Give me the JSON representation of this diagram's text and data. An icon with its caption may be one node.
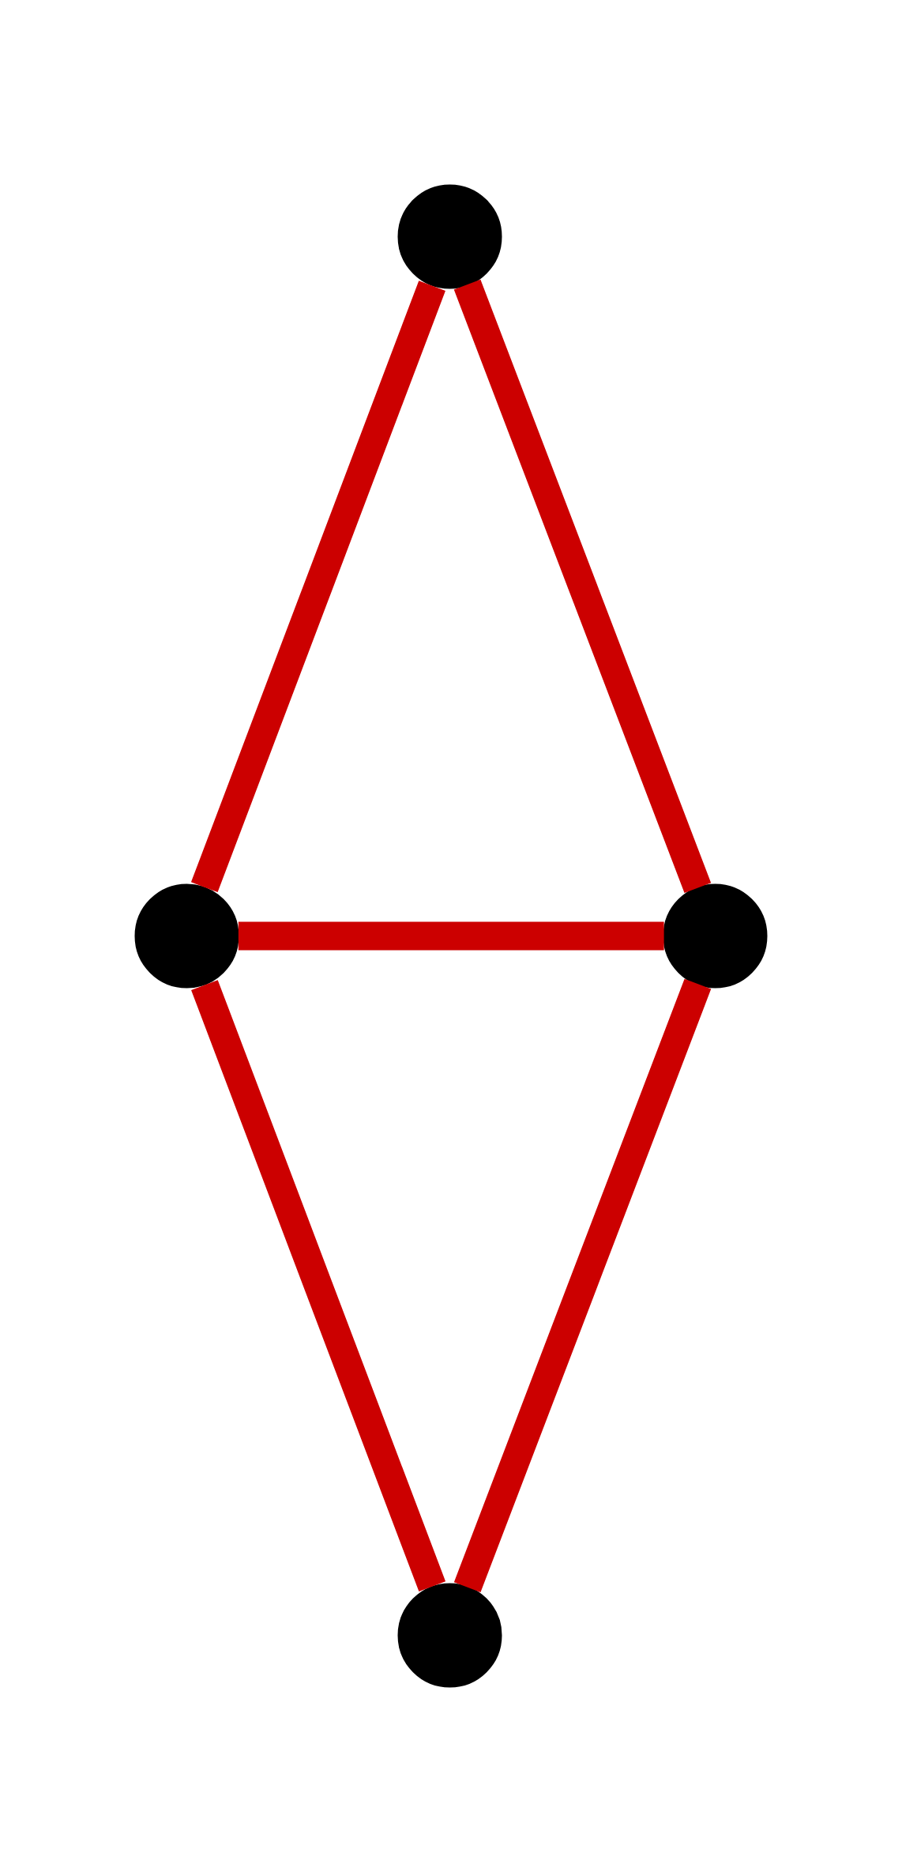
{
  "diagram": {
    "nodes": [
      {
        "text": [],
        "shape": "circle"
      },
      {
        "text": [],
        "shape": "circle"
      },
      {
        "text": [],
        "shape": "circle"
      },
      {
        "text": [],
        "shape": "circle"
      }
    ],
    "edges": [
      {
        "from": 0,
        "to": 1,
        "arrow": "none"
      },
      {
        "from": 0,
        "to": 2,
        "arrow": "none"
      },
      {
        "from": 1,
        "to": 2,
        "arrow": "none"
      },
      {
        "from": 1,
        "to": 3,
        "arrow": "none"
      },
      {
        "from": 2,
        "to": 3,
        "arrow": "none"
      }
    ]
  }
}
